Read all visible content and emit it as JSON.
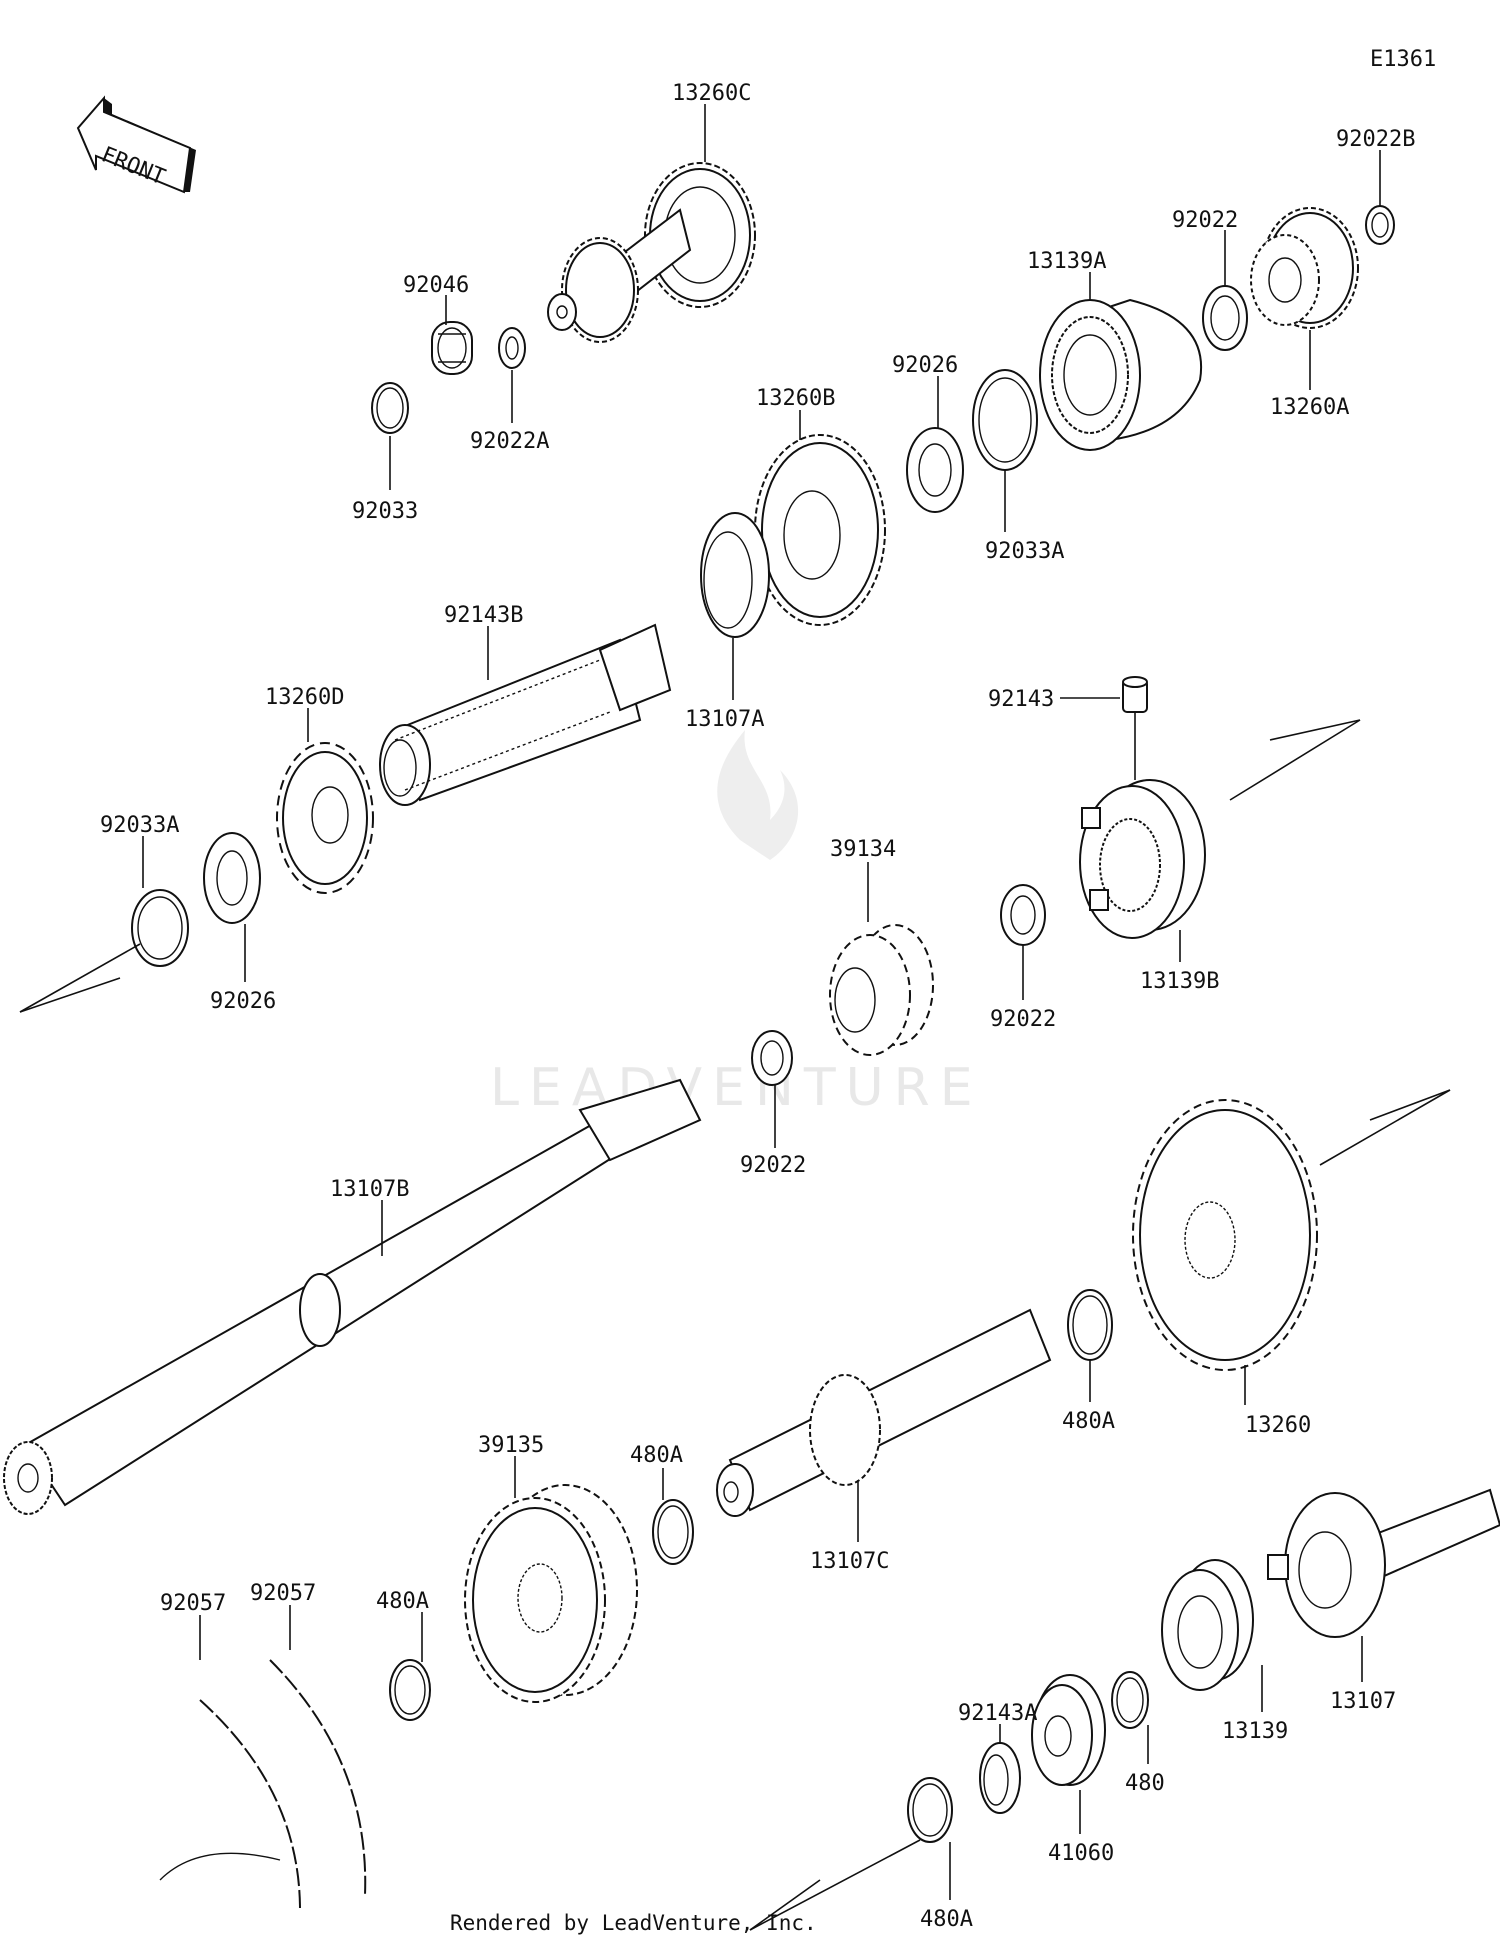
{
  "diagram_code": "E1361",
  "front_label": "FRONT",
  "watermark": "LEADVENTURE",
  "credit": "Rendered by LeadVenture, Inc.",
  "parts": [
    {
      "id": "13260C",
      "label": "13260C"
    },
    {
      "id": "92046",
      "label": "92046"
    },
    {
      "id": "92033",
      "label": "92033"
    },
    {
      "id": "92022A",
      "label": "92022A"
    },
    {
      "id": "92022B",
      "label": "92022B"
    },
    {
      "id": "92022-top",
      "label": "92022"
    },
    {
      "id": "13139A",
      "label": "13139A"
    },
    {
      "id": "13260A",
      "label": "13260A"
    },
    {
      "id": "92026-top",
      "label": "92026"
    },
    {
      "id": "13260B",
      "label": "13260B"
    },
    {
      "id": "92033A-top",
      "label": "92033A"
    },
    {
      "id": "13107A",
      "label": "13107A"
    },
    {
      "id": "92143B",
      "label": "92143B"
    },
    {
      "id": "92143",
      "label": "92143"
    },
    {
      "id": "13260D",
      "label": "13260D"
    },
    {
      "id": "92033A-left",
      "label": "92033A"
    },
    {
      "id": "92026-left",
      "label": "92026"
    },
    {
      "id": "39134",
      "label": "39134"
    },
    {
      "id": "13139B",
      "label": "13139B"
    },
    {
      "id": "92022-mid",
      "label": "92022"
    },
    {
      "id": "92022-low",
      "label": "92022"
    },
    {
      "id": "13107B",
      "label": "13107B"
    },
    {
      "id": "480A-right",
      "label": "480A"
    },
    {
      "id": "13260",
      "label": "13260"
    },
    {
      "id": "39135",
      "label": "39135"
    },
    {
      "id": "480A-mid",
      "label": "480A"
    },
    {
      "id": "13107C",
      "label": "13107C"
    },
    {
      "id": "92057-a",
      "label": "92057"
    },
    {
      "id": "92057-b",
      "label": "92057"
    },
    {
      "id": "480A-left",
      "label": "480A"
    },
    {
      "id": "92143A",
      "label": "92143A"
    },
    {
      "id": "13107",
      "label": "13107"
    },
    {
      "id": "13139",
      "label": "13139"
    },
    {
      "id": "480",
      "label": "480"
    },
    {
      "id": "41060",
      "label": "41060"
    },
    {
      "id": "480A-bottom",
      "label": "480A"
    }
  ]
}
